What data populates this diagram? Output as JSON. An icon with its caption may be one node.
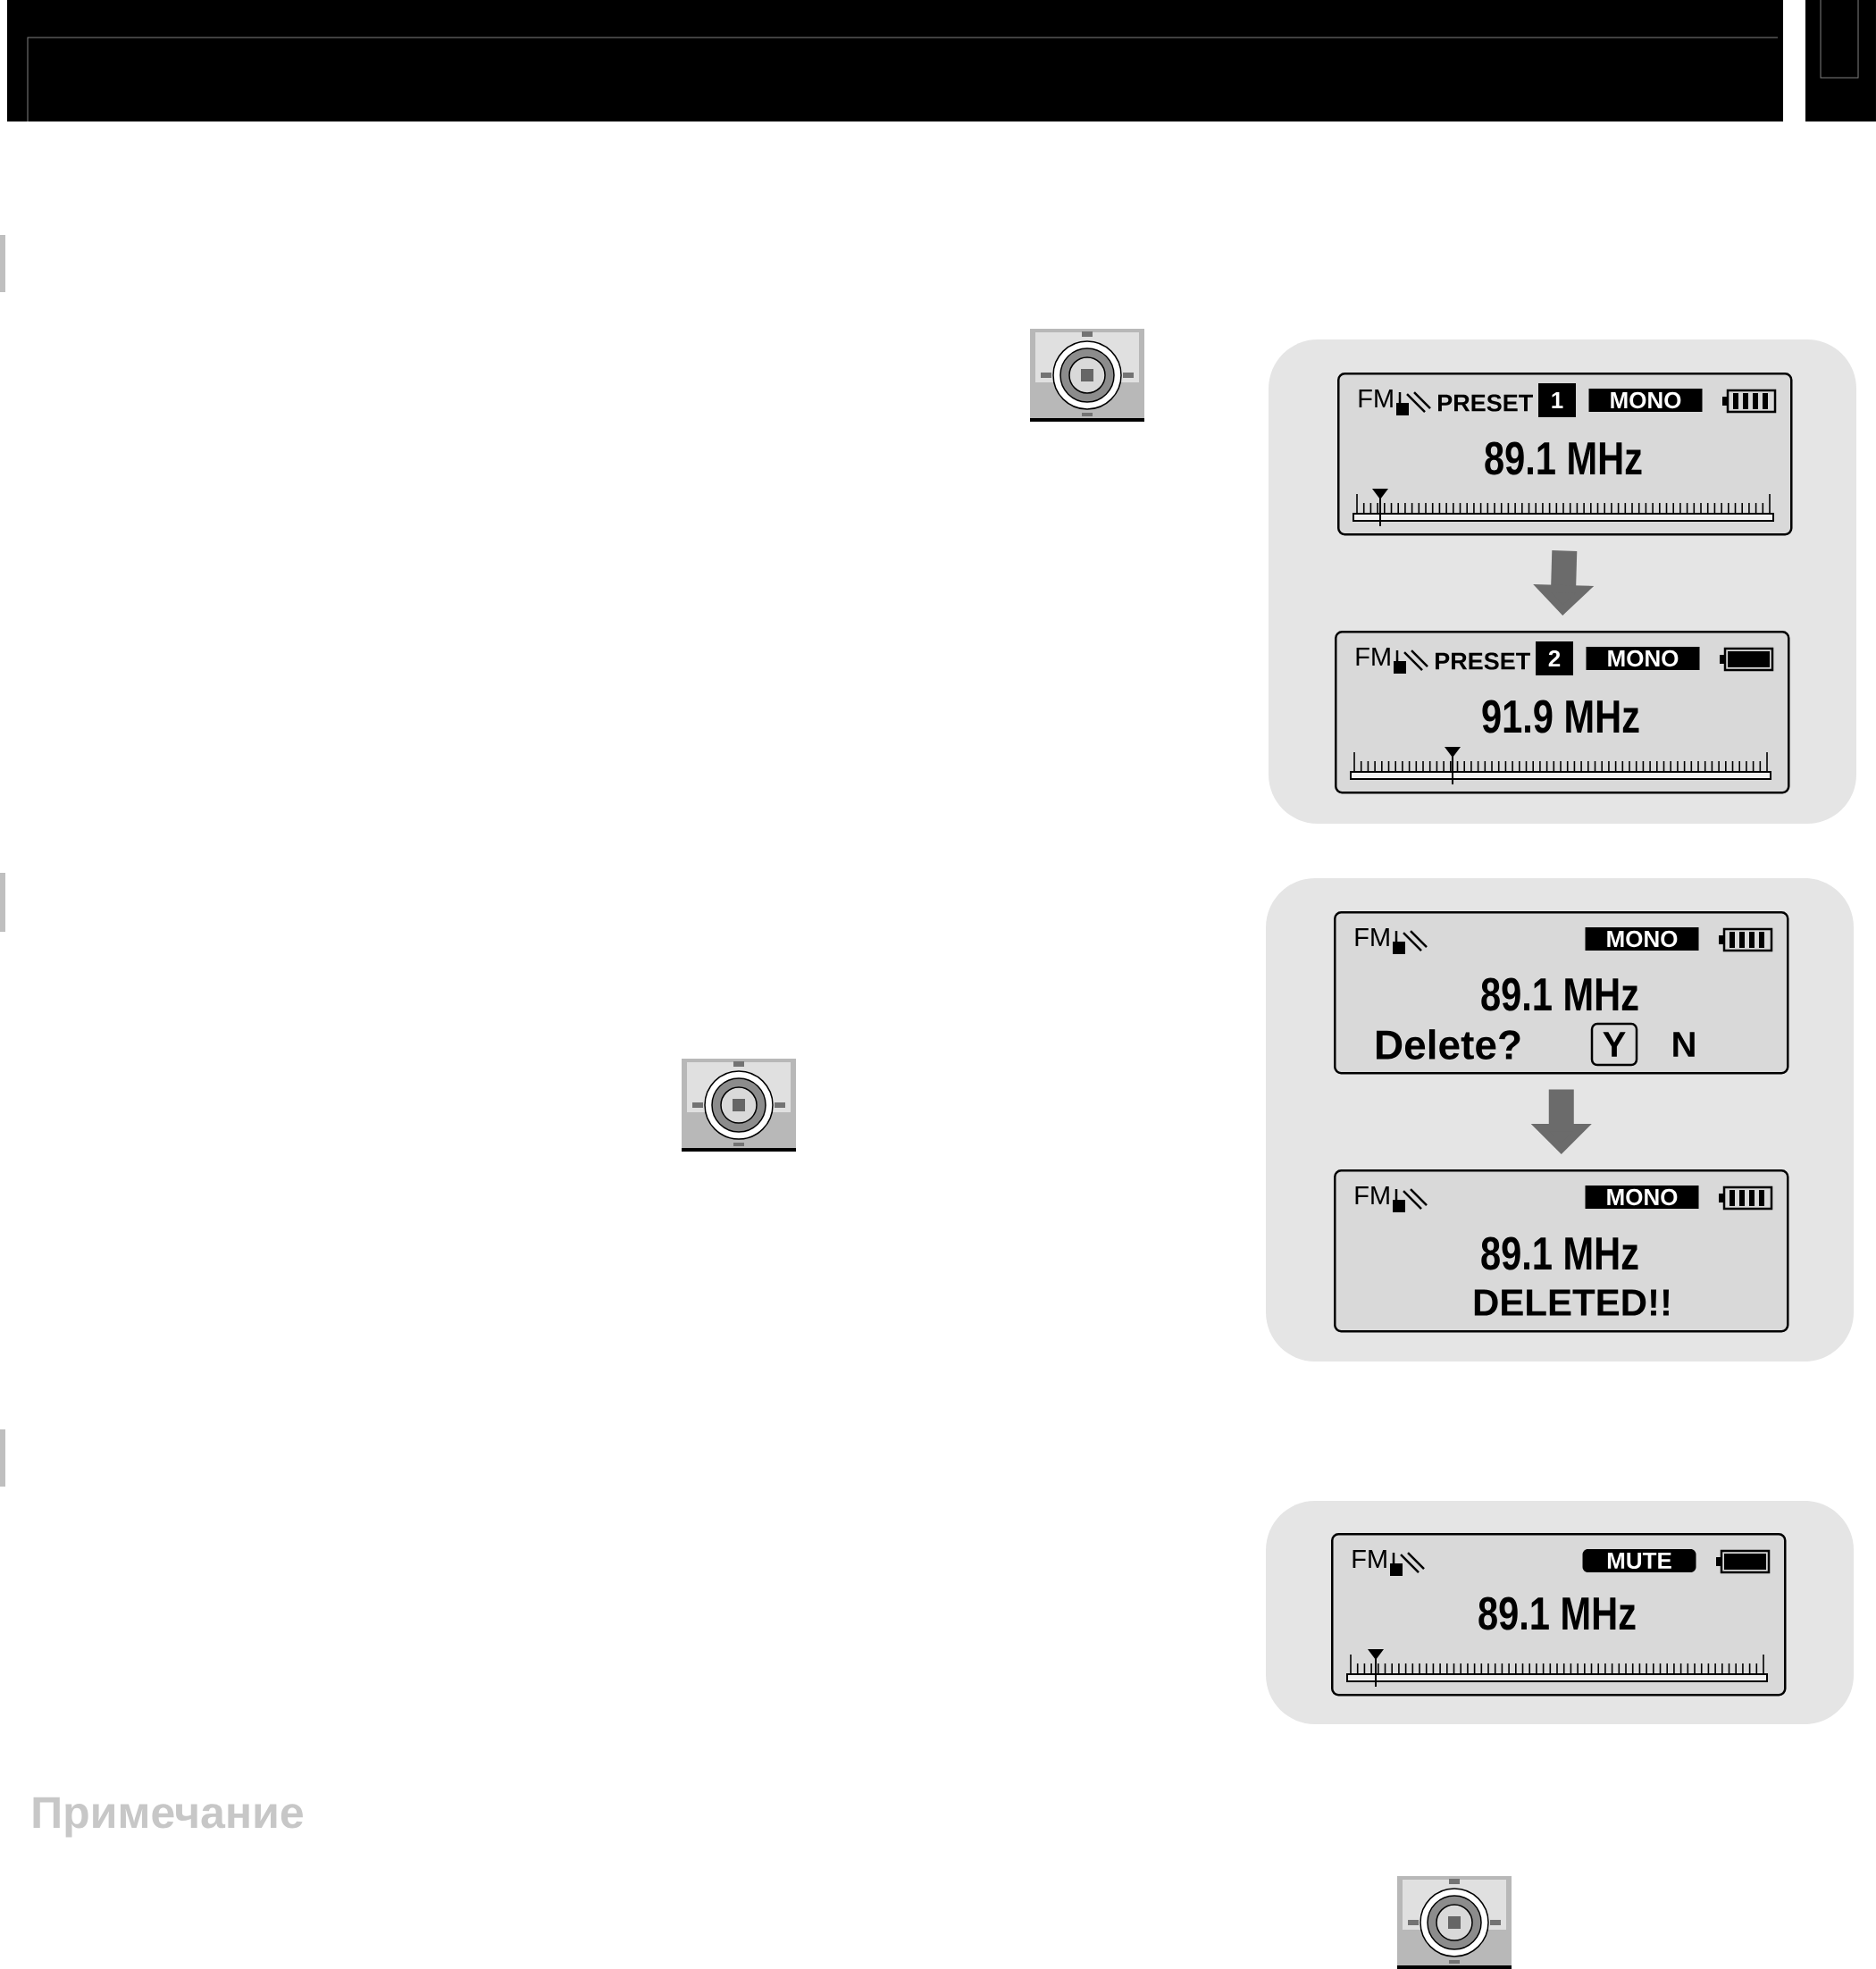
{
  "diagram": {
    "nodes": [
      {
        "text": [
          "FM",
          "PRESET",
          "1",
          "MONO",
          "89.1 MHz"
        ]
      },
      {
        "text": [
          "FM",
          "PRESET",
          "2",
          "MONO",
          "91.9 MHz"
        ]
      },
      {
        "text": [
          "FM",
          "MONO",
          "89.1 MHz",
          "Delete?",
          "Y",
          "N"
        ]
      },
      {
        "text": [
          "FM",
          "MONO",
          "89.1 MHz",
          "DELETED!!"
        ]
      },
      {
        "text": [
          "FM",
          "MUTE",
          "89.1 MHz"
        ]
      }
    ],
    "edges": [
      {
        "from": 0,
        "to": 1,
        "arrow": "to"
      },
      {
        "from": 2,
        "to": 3,
        "arrow": "to"
      }
    ],
    "labels": [
      "Примечание"
    ]
  }
}
